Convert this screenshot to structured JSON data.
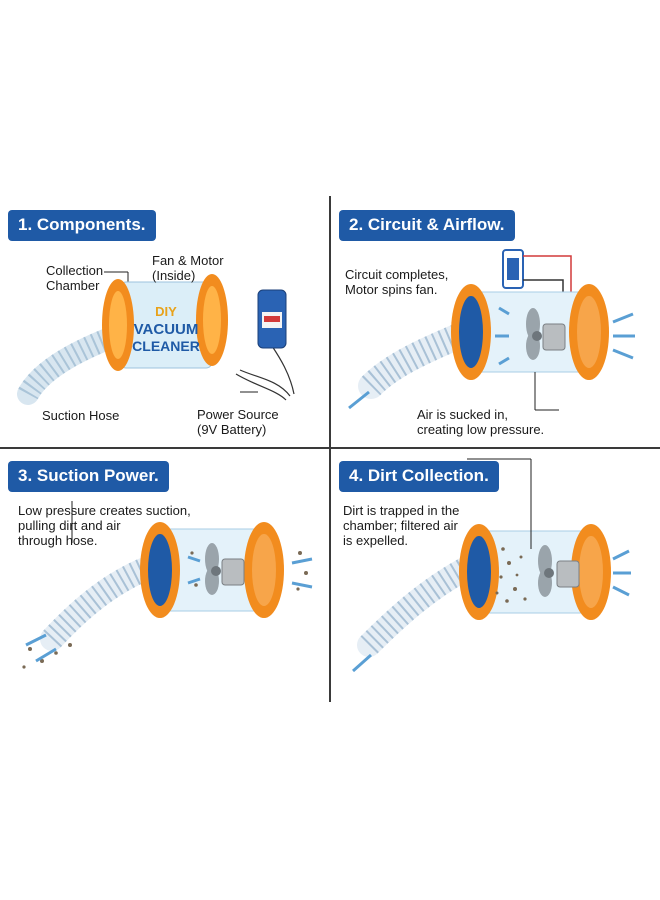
{
  "panels": [
    {
      "title": "1. Components.",
      "labels": {
        "collection": [
          "Collection",
          "Chamber"
        ],
        "fan_motor": [
          "Fan & Motor",
          "(Inside)"
        ],
        "suction_hose": "Suction Hose",
        "power_source": [
          "Power Source",
          "(9V Battery)"
        ]
      },
      "product_text": {
        "line1": "DIY",
        "line2": "VACUUM",
        "line3": "CLEANER"
      }
    },
    {
      "title": "2. Circuit & Airflow.",
      "labels": {
        "circuit": [
          "Circuit completes,",
          "Motor spins fan."
        ],
        "air": [
          "Air is sucked in,",
          "creating low pressure."
        ]
      }
    },
    {
      "title": "3. Suction Power.",
      "labels": {
        "pressure": [
          "Low pressure creates suction,",
          "pulling dirt and air",
          "through hose."
        ]
      }
    },
    {
      "title": "4. Dirt Collection.",
      "labels": {
        "dirt": [
          "Dirt is trapped in the",
          "chamber; filtered air",
          "is expelled."
        ]
      }
    }
  ],
  "colors": {
    "pill_bg": "#1f5aa6",
    "orange": "#f28c1e",
    "blue": "#1f5aa6",
    "arrow": "#5a9fd4"
  }
}
